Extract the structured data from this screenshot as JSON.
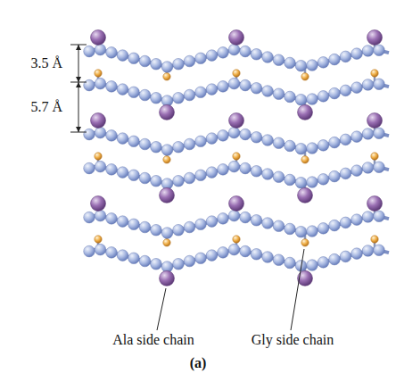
{
  "diagram": {
    "labels": [
      "3.5 Å",
      "5.7 Å",
      "Ala side chain",
      "Gly side chain",
      "(a)"
    ]
  }
}
